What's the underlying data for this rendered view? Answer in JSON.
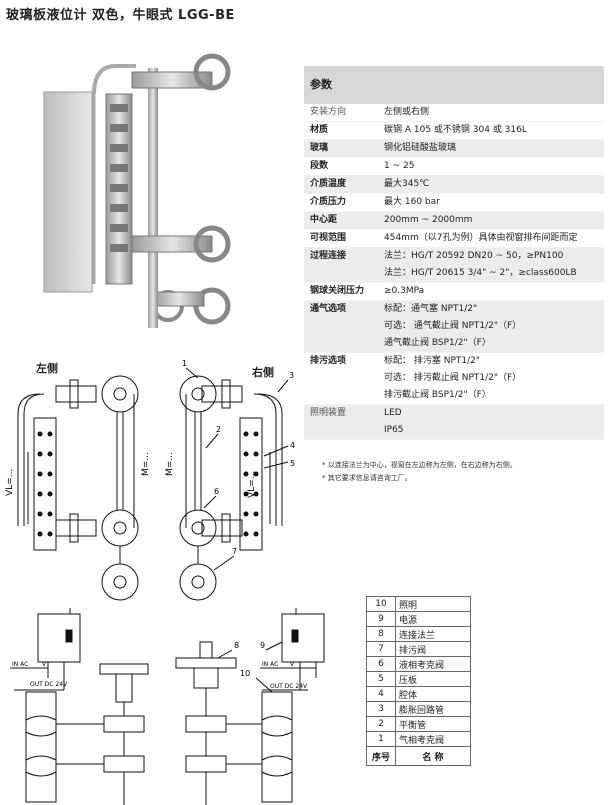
{
  "title": "玻璃板液位计 双色，牛眼式 LGG-BE",
  "spec": {
    "header": "参数",
    "rows": [
      {
        "k": "安装方向",
        "v": [
          "左侧或右侧"
        ],
        "shade": false,
        "light": true
      },
      {
        "k": "材质",
        "v": [
          "碳钢 A 105 或不锈钢 304 或 316L"
        ],
        "shade": false
      },
      {
        "k": "玻璃",
        "v": [
          "钢化铝硅酸盐玻璃"
        ],
        "shade": true
      },
      {
        "k": "段数",
        "v": [
          "1 ~ 25"
        ],
        "shade": false
      },
      {
        "k": "介质温度",
        "v": [
          "最大345℃"
        ],
        "shade": true
      },
      {
        "k": "介质压力",
        "v": [
          "最大 160 bar"
        ],
        "shade": false
      },
      {
        "k": "中心距",
        "v": [
          "200mm ~ 2000mm"
        ],
        "shade": true
      },
      {
        "k": "可视范围",
        "v": [
          "454mm（以7孔为例）具体由视窗排布间距而定"
        ],
        "shade": false
      },
      {
        "k": "过程连接",
        "v": [
          "法兰：HG/T 20592   DN20 ~ 50，≥PN100",
          "法兰：HG/T 20615   3/4\" ~ 2\"，≥class600LB"
        ],
        "shade": true
      },
      {
        "k": "钢球关闭压力",
        "v": [
          "≥0.3MPa"
        ],
        "shade": false
      },
      {
        "k": "通气选项",
        "v": [
          "标配：通气塞 NPT1/2\"",
          "可选：  通气截止阀 NPT1/2\"（F）",
          "           通气截止阀 BSP1/2\"（F）"
        ],
        "shade": true
      },
      {
        "k": "排污选项",
        "v": [
          "标配：  排污塞 NPT1/2\"",
          "可选：  排污截止阀 NPT1/2\"（F）",
          "           排污截止阀 BSP1/2\"（F）"
        ],
        "shade": false
      },
      {
        "k": "照明装置",
        "v": [
          "LED",
          "IP65"
        ],
        "shade": true,
        "light": true
      }
    ]
  },
  "notes": [
    "* 以连接法兰为中心，视窗在左边称为左侧，在右边称为右侧。",
    "* 其它要求信息请咨询工厂。"
  ],
  "labels": {
    "left": "左侧",
    "right": "右侧",
    "vl": "VL=...",
    "m": "M=...",
    "in_ac": "IN AC",
    "v": "V",
    "out_dc": "OUT DC 24V"
  },
  "legend": {
    "rows": [
      {
        "n": "10",
        "t": "照明"
      },
      {
        "n": "9",
        "t": "电源"
      },
      {
        "n": "8",
        "t": "连接法兰"
      },
      {
        "n": "7",
        "t": "排污阀"
      },
      {
        "n": "6",
        "t": "液相考克阀"
      },
      {
        "n": "5",
        "t": "压板"
      },
      {
        "n": "4",
        "t": "腔体"
      },
      {
        "n": "3",
        "t": "膨胀回路管"
      },
      {
        "n": "2",
        "t": "平衡管"
      },
      {
        "n": "1",
        "t": "气相考克阀"
      }
    ],
    "head_n": "序号",
    "head_t": "名 称"
  },
  "callouts": {
    "c1": "1",
    "c2": "2",
    "c3": "3",
    "c4": "4",
    "c5": "5",
    "c6": "6",
    "c7": "7",
    "c8": "8",
    "c9": "9",
    "c10": "10"
  }
}
